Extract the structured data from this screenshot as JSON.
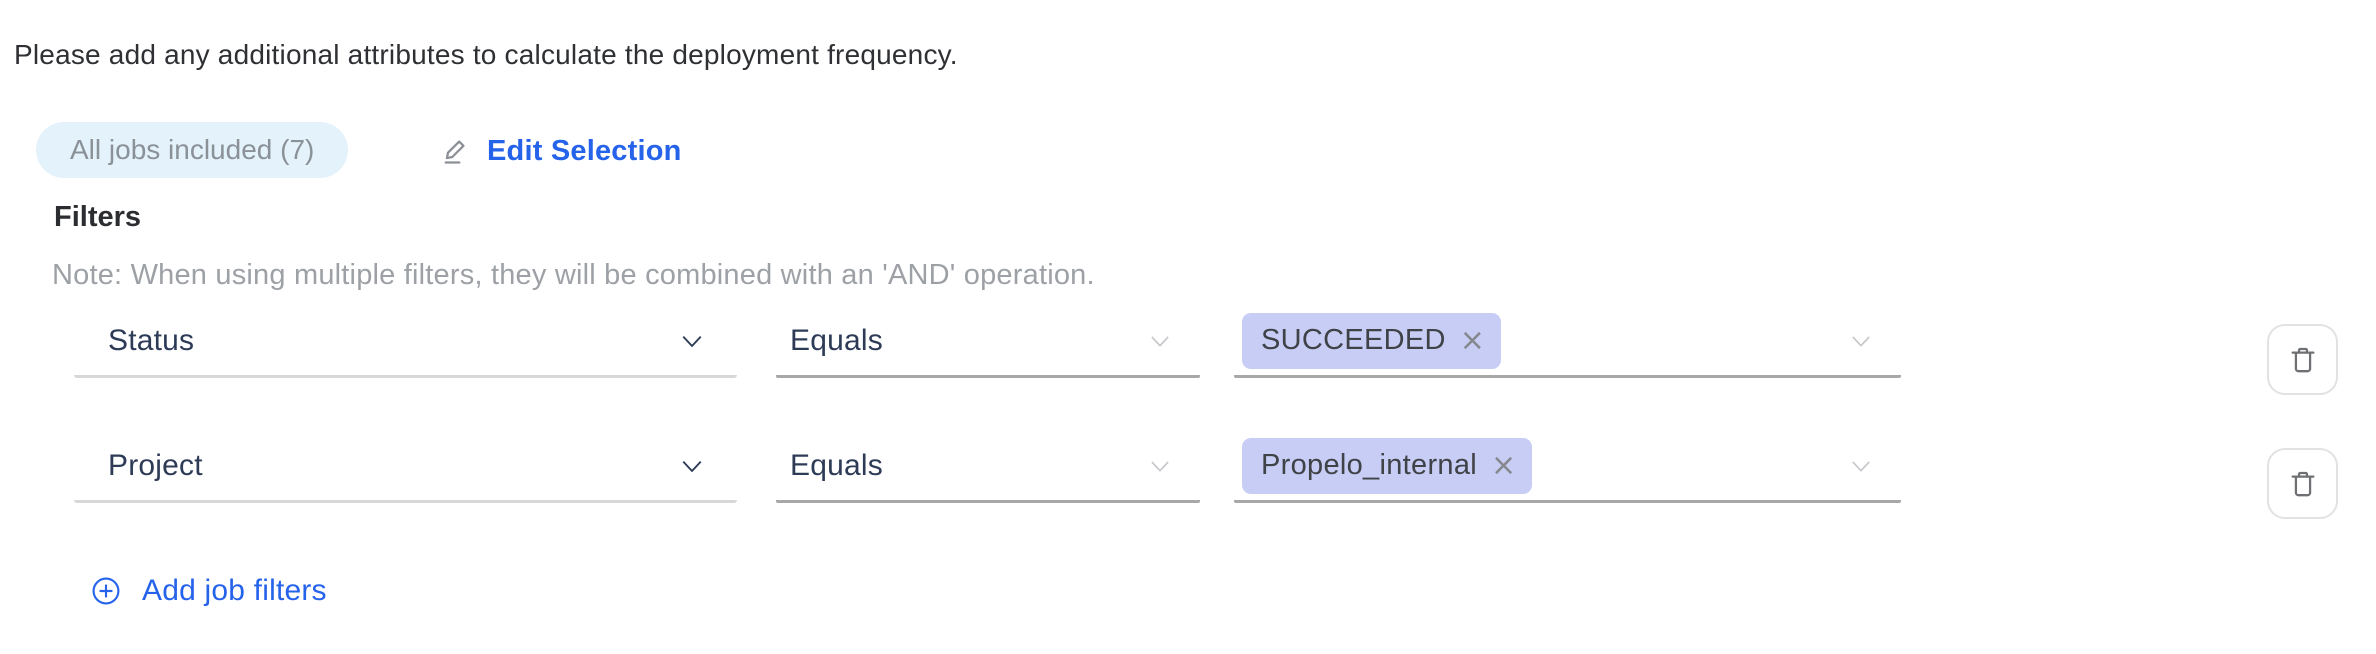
{
  "header": {
    "title": "Please add any additional attributes to calculate the deployment frequency."
  },
  "jobs": {
    "badge_label": "All jobs included (7)",
    "edit_label": "Edit Selection"
  },
  "filters": {
    "heading": "Filters",
    "note": "Note: When using multiple filters, they will be combined with an 'AND' operation.",
    "add_label": "Add job filters",
    "rows": [
      {
        "field": "Status",
        "operator": "Equals",
        "values": [
          {
            "label": "SUCCEEDED",
            "remove_glyph": "×"
          }
        ]
      },
      {
        "field": "Project",
        "operator": "Equals",
        "values": [
          {
            "label": "Propelo_internal",
            "remove_glyph": "×"
          }
        ]
      }
    ]
  },
  "icons": {
    "edit": "pencil-icon",
    "select_expand": "chevron-down-icon",
    "add": "plus-circle-icon",
    "remove_row": "trash-icon"
  },
  "colors": {
    "link_blue": "#2563eb",
    "badge_bg": "#e4f2fc",
    "badge_text": "#8a9197",
    "tag_bg": "#c7cdf5",
    "field_text": "#2d3b57",
    "note_text": "#9da1a6"
  }
}
